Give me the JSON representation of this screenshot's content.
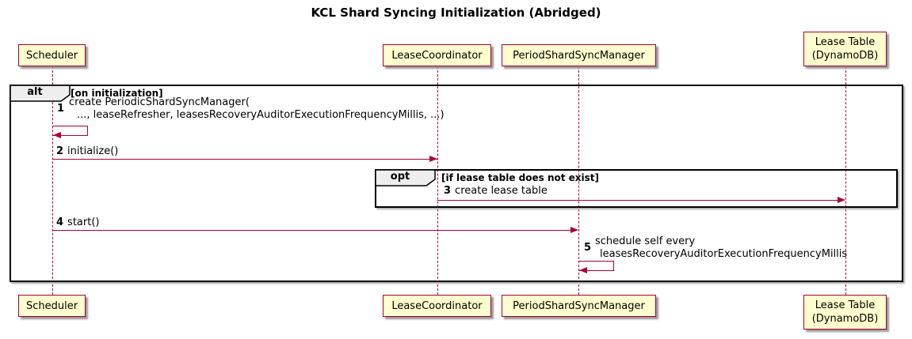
{
  "diagram": {
    "title": "KCL Shard Syncing Initialization (Abridged)"
  },
  "colors": {
    "participant_fill": "#FEFECE",
    "participant_border": "#A80036",
    "arrow": "#A80036",
    "lifeline": "#A80036",
    "frame_border": "#000000",
    "frame_label_fill": "#EEEEEE"
  },
  "participants": [
    {
      "id": "scheduler",
      "lines": [
        "Scheduler"
      ]
    },
    {
      "id": "lease-coordinator",
      "lines": [
        "LeaseCoordinator"
      ]
    },
    {
      "id": "period-shard-sync-manager",
      "lines": [
        "PeriodShardSyncManager"
      ]
    },
    {
      "id": "lease-table",
      "lines": [
        "Lease Table",
        "(DynamoDB)"
      ]
    }
  ],
  "frames": {
    "alt": {
      "operator": "alt",
      "condition": "[on initialization]"
    },
    "opt": {
      "operator": "opt",
      "condition": "[if lease table does not exist]"
    }
  },
  "messages": [
    {
      "num": "1",
      "lines": [
        "create PeriodicShardSyncManager(",
        "..., leaseRefresher, leasesRecoveryAuditorExecutionFrequencyMillis, ...)"
      ],
      "from": "Scheduler",
      "to": "Scheduler",
      "kind": "self"
    },
    {
      "num": "2",
      "text": "initialize()",
      "from": "Scheduler",
      "to": "LeaseCoordinator",
      "kind": "solid"
    },
    {
      "num": "3",
      "text": "create lease table",
      "from": "LeaseCoordinator",
      "to": "Lease Table (DynamoDB)",
      "kind": "solid"
    },
    {
      "num": "4",
      "text": "start()",
      "from": "Scheduler",
      "to": "PeriodShardSyncManager",
      "kind": "solid"
    },
    {
      "num": "5",
      "lines": [
        "schedule self every",
        "leasesRecoveryAuditorExecutionFrequencyMillis"
      ],
      "from": "PeriodShardSyncManager",
      "to": "PeriodShardSyncManager",
      "kind": "self"
    }
  ]
}
